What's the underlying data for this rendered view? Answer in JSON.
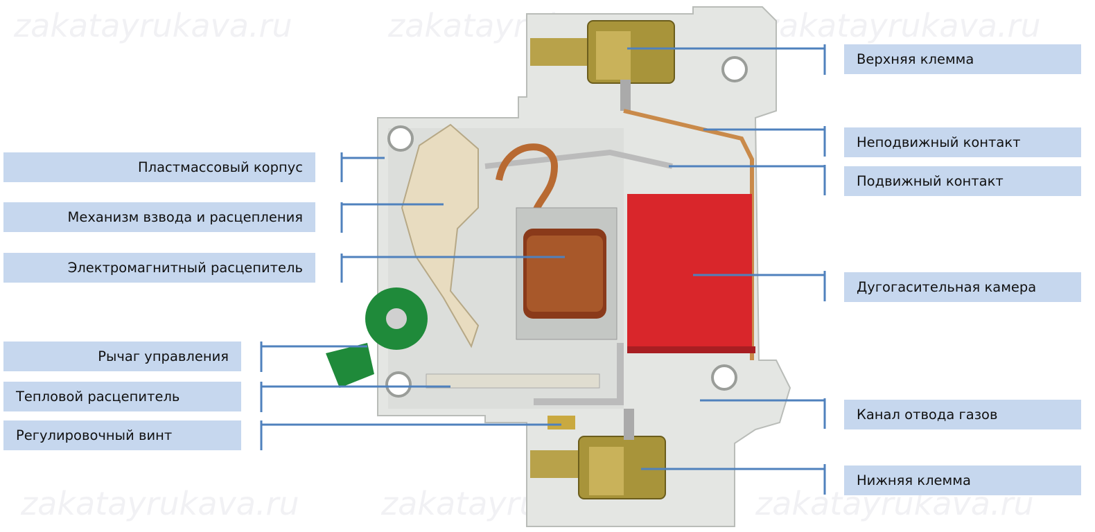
{
  "watermark": "zakatayrukava.ru",
  "labels_left": [
    {
      "text": "Пластмассовый корпус"
    },
    {
      "text": "Механизм взвода и расцепления"
    },
    {
      "text": "Электромагнитный расцепитель"
    },
    {
      "text": "Рычаг управления"
    },
    {
      "text": "Тепловой расцепитель"
    },
    {
      "text": "Регулировочный винт"
    }
  ],
  "labels_right": [
    {
      "text": "Верхняя клемма"
    },
    {
      "text": "Неподвижный контакт"
    },
    {
      "text": "Подвижный контакт"
    },
    {
      "text": "Дугогасительная камера"
    },
    {
      "text": "Канал отвода газов"
    },
    {
      "text": "Нижняя клемма"
    }
  ],
  "colors": {
    "label_bg": "#c6d7ee",
    "leader": "#4f81bd",
    "arc_chamber": "#d9262b",
    "lever": "#1f8a3a"
  }
}
